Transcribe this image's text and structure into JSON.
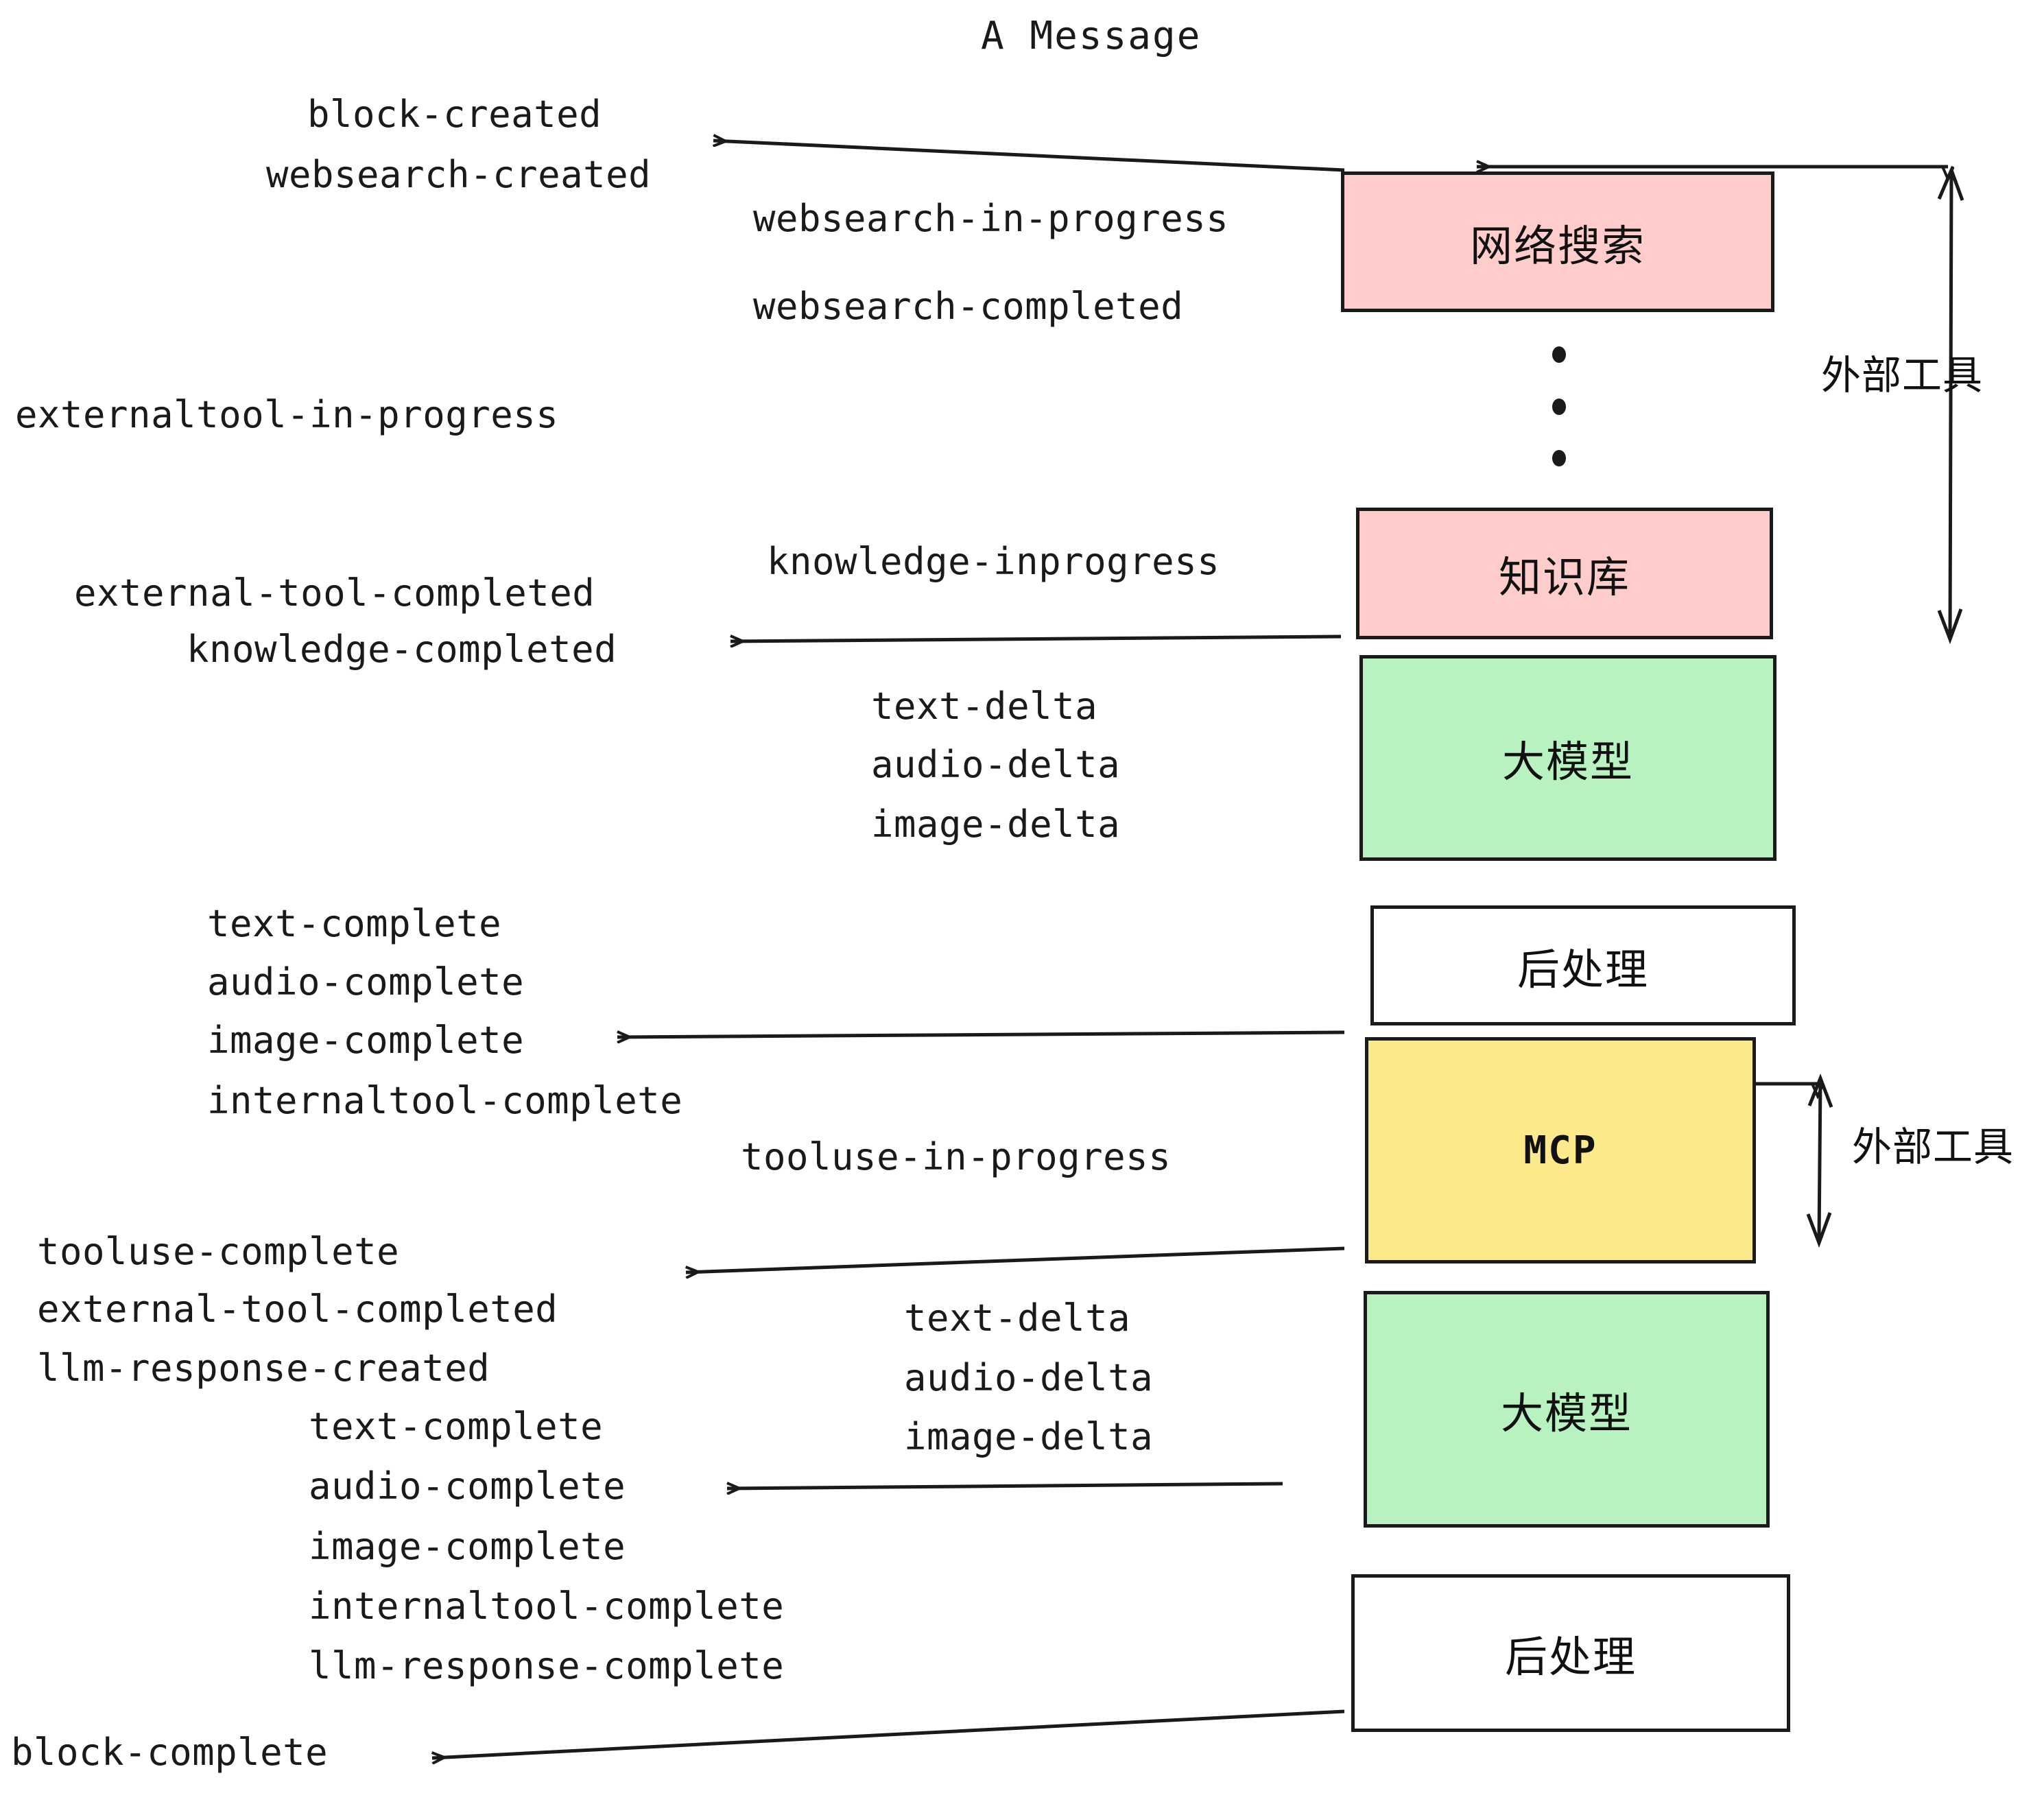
{
  "title": "A Message",
  "colors": {
    "pink": "#FFCCCC",
    "green": "#B8F2C0",
    "yellow": "#FBE98C",
    "white": "#FFFFFF",
    "stroke": "#1a1a1a",
    "background": "#FFFFFF"
  },
  "boxes": [
    {
      "id": "websearch",
      "label": "网络搜索",
      "fill": "pink"
    },
    {
      "id": "knowledge",
      "label": "知识库",
      "fill": "pink"
    },
    {
      "id": "llm-top",
      "label": "大模型",
      "fill": "green"
    },
    {
      "id": "postprocess-top",
      "label": "后处理",
      "fill": "white"
    },
    {
      "id": "mcp",
      "label": "MCP",
      "fill": "yellow"
    },
    {
      "id": "llm-bottom",
      "label": "大模型",
      "fill": "green"
    },
    {
      "id": "postprocess-bottom",
      "label": "后处理",
      "fill": "white"
    }
  ],
  "side_labels": [
    {
      "id": "external-tools-top",
      "text": "外部工具"
    },
    {
      "id": "external-tools-bottom",
      "text": "外部工具"
    }
  ],
  "events": {
    "block_created": "block-created",
    "websearch_created": "websearch-created",
    "websearch_in_progress": "websearch-in-progress",
    "websearch_completed": "websearch-completed",
    "externaltool_in_progress": "externaltool-in-progress",
    "knowledge_inprogress": "knowledge-inprogress",
    "external_tool_completed": "external-tool-completed",
    "knowledge_completed": "knowledge-completed",
    "text_delta_1": "text-delta",
    "audio_delta_1": "audio-delta",
    "image_delta_1": "image-delta",
    "text_complete_1": "text-complete",
    "audio_complete_1": "audio-complete",
    "image_complete_1": "image-complete",
    "internaltool_complete_1": "internaltool-complete",
    "tooluse_in_progress": "tooluse-in-progress",
    "tooluse_complete": "tooluse-complete",
    "external_tool_completed_2": "external-tool-completed",
    "llm_response_created": "llm-response-created",
    "text_delta_2": "text-delta",
    "audio_delta_2": "audio-delta",
    "image_delta_2": "image-delta",
    "text_complete_2": "text-complete",
    "audio_complete_2": "audio-complete",
    "image_complete_2": "image-complete",
    "internaltool_complete_2": "internaltool-complete",
    "llm_response_complete": "llm-response-complete",
    "block_complete": "block-complete"
  }
}
